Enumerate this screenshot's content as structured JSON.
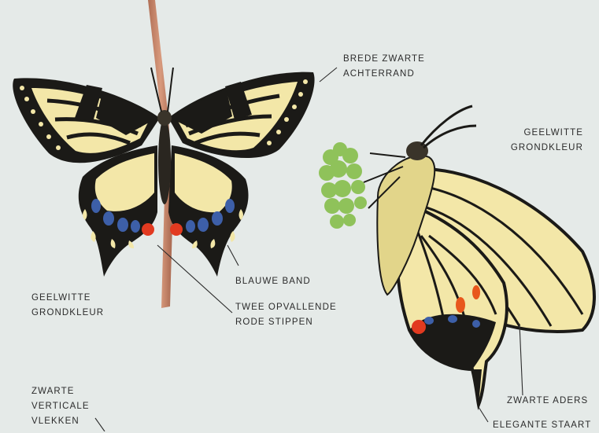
{
  "labels": {
    "brede_zwarte_achterrand": [
      "BREDE ZWARTE",
      "ACHTERRAND"
    ],
    "geelwitte_grondkleur_right": [
      "GEELWITTE",
      "GRONDKLEUR"
    ],
    "blauwe_band": [
      "BLAUWE BAND"
    ],
    "geelwitte_grondkleur_left": [
      "GEELWITTE",
      "GRONDKLEUR"
    ],
    "twee_opvallende_rode_stippen": [
      "TWEE OPVALLENDE",
      "RODE STIPPEN"
    ],
    "zwarte_verticale_vlekken": [
      "ZWARTE",
      "VERTICALE",
      "VLEKKEN"
    ],
    "zwarte_aders": [
      "ZWARTE ADERS"
    ],
    "elegante_staart": [
      "ELEGANTE STAART"
    ]
  },
  "colors": {
    "background": "#e5eae8",
    "wing_yellow": "#f3e7a8",
    "wing_black": "#1b1a17",
    "blue": "#3d5fa8",
    "red": "#e23a20",
    "stem": "#c98a6a",
    "flower": "#8fc25a"
  }
}
